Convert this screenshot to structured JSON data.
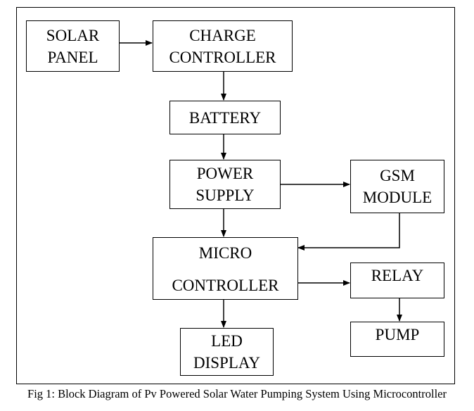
{
  "blocks": {
    "solar_panel": {
      "line1": "SOLAR",
      "line2": "PANEL"
    },
    "charge_controller": {
      "line1": "CHARGE",
      "line2": "CONTROLLER"
    },
    "battery": {
      "line1": "BATTERY"
    },
    "power_supply": {
      "line1": "POWER",
      "line2": "SUPPLY"
    },
    "gsm_module": {
      "line1": "GSM",
      "line2": "MODULE"
    },
    "microcontroller": {
      "line1": "MICRO",
      "line2": "CONTROLLER"
    },
    "relay": {
      "line1": "RELAY"
    },
    "led_display": {
      "line1": "LED",
      "line2": "DISPLAY"
    },
    "pump": {
      "line1": "PUMP"
    }
  },
  "caption": "Fig 1: Block Diagram of Pv Powered Solar Water Pumping System Using Microcontroller"
}
